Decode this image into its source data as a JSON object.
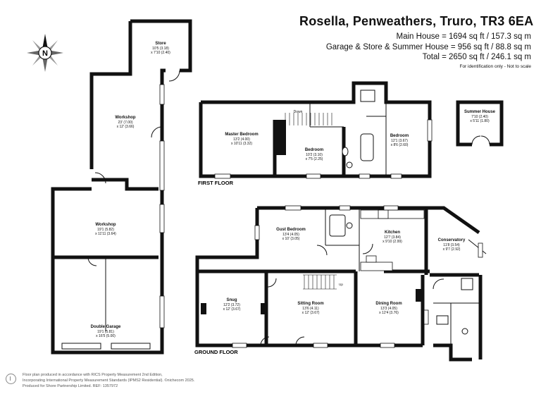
{
  "header": {
    "title": "Rosella, Penweathers, Truro, TR3 6EA",
    "main_house": "Main House = 1694 sq ft / 157.3 sq m",
    "garage_store": "Garage & Store & Summer House = 956 sq ft / 88.8 sq m",
    "total": "Total = 2650 sq ft / 246.1 sq m",
    "note": "For identification only - Not to scale"
  },
  "compass": {
    "letter": "N"
  },
  "floors": {
    "first": "FIRST FLOOR",
    "ground": "GROUND FLOOR"
  },
  "rooms": {
    "store": {
      "name": "Store",
      "dims": "10'5 (3.18)",
      "dims2": "x 7'10 (2.40)"
    },
    "workshop_upper": {
      "name": "Workshop",
      "dims": "23' (7.00)",
      "dims2": "x 12' (3.66)"
    },
    "workshop_lower": {
      "name": "Workshop",
      "dims": "19'1 (5.82)",
      "dims2": "x 11'11 (3.64)"
    },
    "double_garage": {
      "name": "Double Garage",
      "dims": "19'1 (5.81)",
      "dims2": "x 16'5 (5.00)"
    },
    "master_bedroom": {
      "name": "Master Bedroom",
      "dims": "13'2 (4.00)",
      "dims2": "x 10'11 (3.32)"
    },
    "bedroom_mid": {
      "name": "Bedroom",
      "dims": "10'2 (3.10)",
      "dims2": "x 7'5 (2.25)"
    },
    "bedroom_right": {
      "name": "Bedroom",
      "dims": "12'1 (3.67)",
      "dims2": "x 8'6 (2.60)"
    },
    "down": "Down",
    "summer_house": {
      "name": "Summer House",
      "dims": "7'10 (2.40)",
      "dims2": "x 5'11 (1.80)"
    },
    "guest_bedroom": {
      "name": "Gust Bedroom",
      "dims": "13'4 (4.05)",
      "dims2": "x 10' (3.05)"
    },
    "kitchen": {
      "name": "Kitchen",
      "dims": "12'7 (3.84)",
      "dims2": "x 9'10 (2.99)"
    },
    "conservatory": {
      "name": "Conservatory",
      "dims": "11'8 (3.54)",
      "dims2": "x 9'7 (2.92)"
    },
    "snug": {
      "name": "Snug",
      "dims": "12'2 (3.72)",
      "dims2": "x 12' (3.67)"
    },
    "sitting_room": {
      "name": "Sitting Room",
      "dims": "13'6 (4.11)",
      "dims2": "x 12' (3.67)"
    },
    "dining_room": {
      "name": "Dining Room",
      "dims": "13'3 (4.05)",
      "dims2": "x 12'4 (3.76)"
    },
    "up": "Up"
  },
  "footer": {
    "line1": "Floor plan produced in accordance with RICS Property Measurement 2nd Edition,",
    "line2": "Incorporating International Property Measurement Standards (IPMS2 Residential).  ©nichecom 2025.",
    "line3": "Produced for Shore Partnership Limited.   REF: 1357972"
  },
  "colors": {
    "wall": "#111111",
    "window": "#ffffff",
    "text": "#111111"
  }
}
